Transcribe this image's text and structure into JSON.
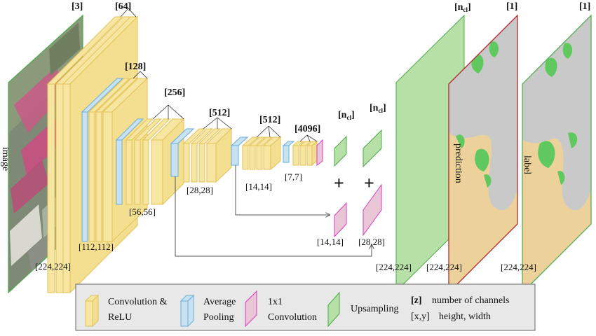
{
  "labels": {
    "image_rot": "image",
    "prediction_rot": "prediction",
    "label_rot": "label"
  },
  "channels": {
    "c3": "[3]",
    "c64": "[64]",
    "c128": "[128]",
    "c256": "[256]",
    "c512a": "[512]",
    "c512b": "[512]",
    "c4096": "[4096]",
    "ncl1_base": "[n",
    "ncl1_sub": "cl",
    "ncl1_end": "]",
    "ncl2_base": "[n",
    "ncl2_sub": "cl",
    "ncl2_end": "]",
    "ncl3_base": "[n",
    "ncl3_sub": "cl",
    "ncl3_end": "]",
    "one_a": "[1]",
    "one_b": "[1]"
  },
  "sizes": {
    "s224a": "[224,224]",
    "s112": "[112,112]",
    "s56": "[56,56]",
    "s28a": "[28,28]",
    "s14a": "[14,14]",
    "s7": "[7,7]",
    "s14b": "[14,14]",
    "s28b": "[28,28]",
    "s224b": "[224,224]",
    "s224c": "[224,224]",
    "s224d": "[224,224]"
  },
  "ops": {
    "plus1": "+",
    "plus2": "+"
  },
  "legend": {
    "conv_l1": "Convolution &",
    "conv_l2": "ReLU",
    "pool_l1": "Average",
    "pool_l2": "Pooling",
    "c1x1_l1": "1x1",
    "c1x1_l2": "Convolution",
    "upsampling": "Upsampling",
    "z_key": "[z]",
    "z_desc": "number of channels",
    "xy_key": "[x,y]",
    "xy_desc": "height, width"
  },
  "colors": {
    "conv_fill": "#f6e6a2",
    "conv_stroke": "#e3c35a",
    "pool_fill": "#c9e2f2",
    "pool_stroke": "#6aaed6",
    "c1x1_fill": "#e8c6d6",
    "c1x1_stroke": "#d63fc2",
    "up_fill": "#b6e0a6",
    "up_stroke": "#4caa4a",
    "pred_border": "#b42b2b",
    "map_gray": "#c9c9c9",
    "map_sand": "#ecd29a",
    "map_green": "#5fc85f",
    "legend_bg": "#e8e8e8"
  }
}
